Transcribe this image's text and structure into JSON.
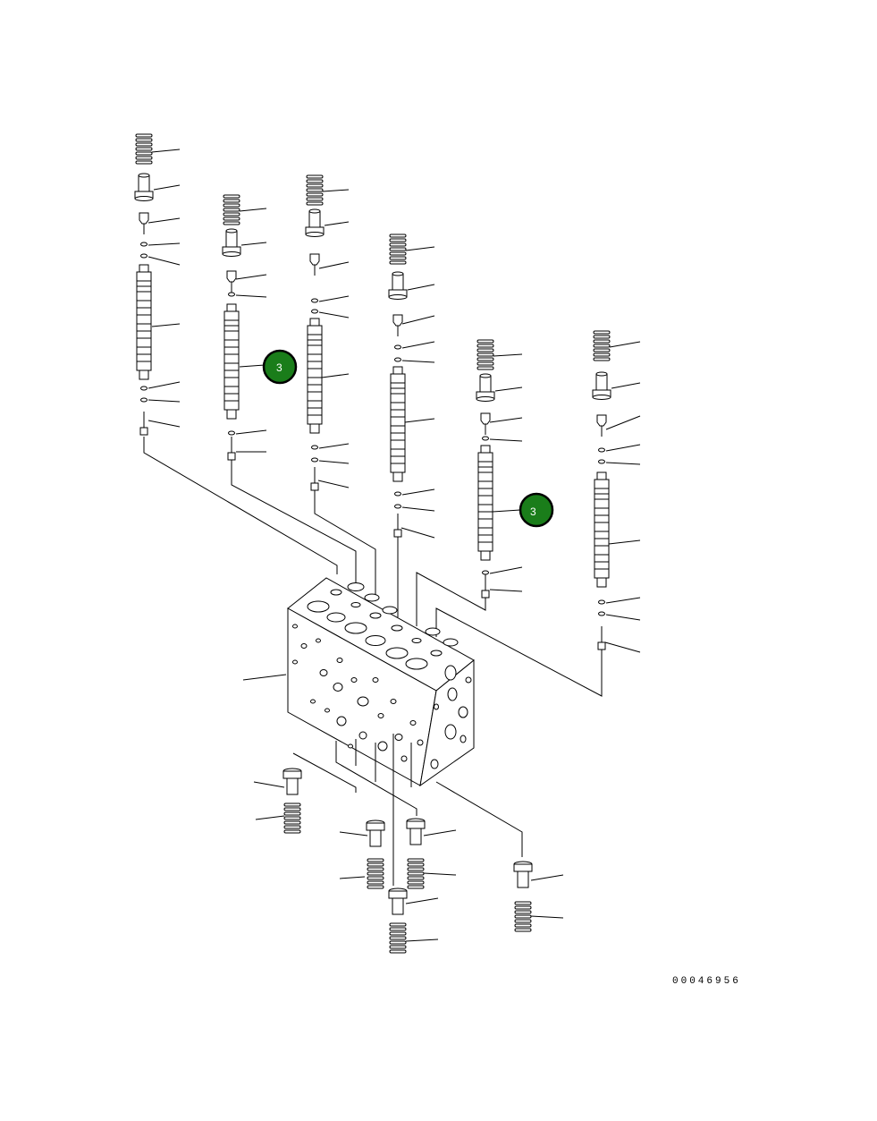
{
  "diagram": {
    "callouts": [
      {
        "label": "3",
        "color": "#1a7d1a"
      },
      {
        "label": "3",
        "color": "#1a7d1a"
      }
    ],
    "document_number": "00046956"
  }
}
